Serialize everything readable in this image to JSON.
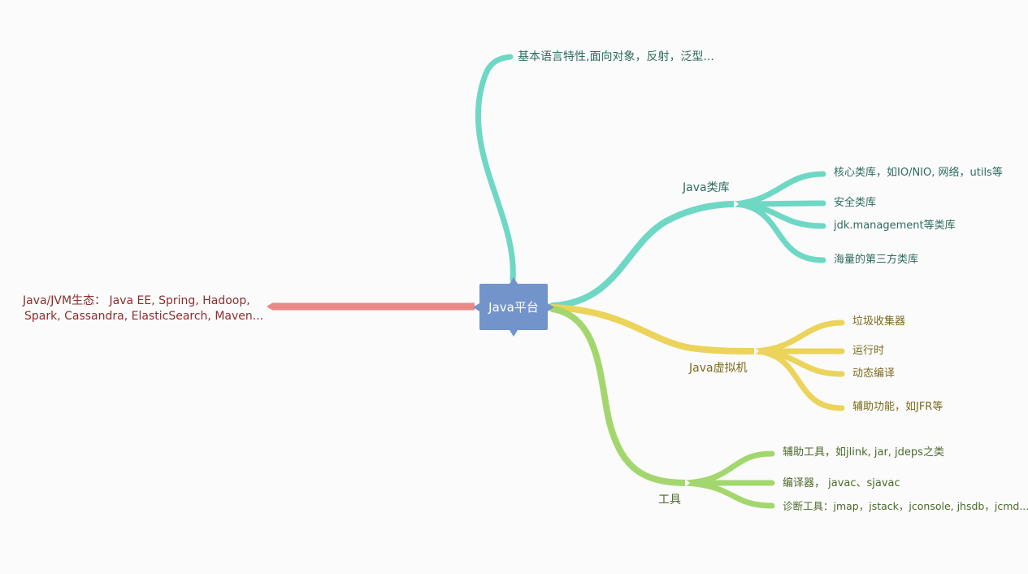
{
  "center": {
    "label": "Java平台",
    "color": "#7394cb"
  },
  "colors": {
    "teal": "#6ed8c4",
    "yellow": "#ecd35a",
    "green": "#a3d76e",
    "red": "#e98a86"
  },
  "branches": {
    "top": {
      "label": "基本语言特性,面向对象，反射，泛型..."
    },
    "left": {
      "label_line1": "Java/JVM生态： Java EE, Spring, Hadoop,",
      "label_line2": "Spark, Cassandra, ElasticSearch, Maven..."
    },
    "library": {
      "label": "Java类库",
      "children": [
        "核心类库，如IO/NIO, 网络，utils等",
        "安全类库",
        "jdk.management等类库",
        "海量的第三方类库"
      ]
    },
    "jvm": {
      "label": "Java虚拟机",
      "children": [
        "垃圾收集器",
        "运行时",
        "动态编译",
        "辅助功能，如JFR等"
      ]
    },
    "tools": {
      "label": "工具",
      "children": [
        "辅助工具，如jlink, jar, jdeps之类",
        "编译器， javac、sjavac",
        "诊断工具：jmap，jstack，jconsole, jhsdb，jcmd..."
      ]
    }
  }
}
